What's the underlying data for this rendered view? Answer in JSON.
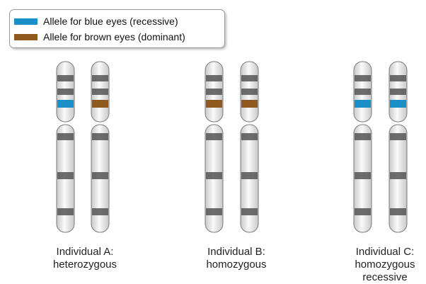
{
  "legend": {
    "items": [
      {
        "label": "Allele for blue eyes (recessive)",
        "color": "#1a8fc8"
      },
      {
        "label": "Allele for brown eyes (dominant)",
        "color": "#8e5a1f"
      }
    ]
  },
  "colors": {
    "chromosome_fill_light": "#fafafa",
    "chromosome_fill_dark": "#c8c8c8",
    "band": "#555555",
    "outline": "#7a7a7a"
  },
  "individuals": [
    {
      "line1": "Individual A:",
      "line2": "heterozygous",
      "line3": "",
      "alleles": [
        "blue",
        "brown"
      ]
    },
    {
      "line1": "Individual B:",
      "line2": "homozygous",
      "line3": "",
      "alleles": [
        "brown",
        "brown"
      ]
    },
    {
      "line1": "Individual C:",
      "line2": "homozygous",
      "line3": "recessive",
      "alleles": [
        "blue",
        "blue"
      ]
    }
  ]
}
